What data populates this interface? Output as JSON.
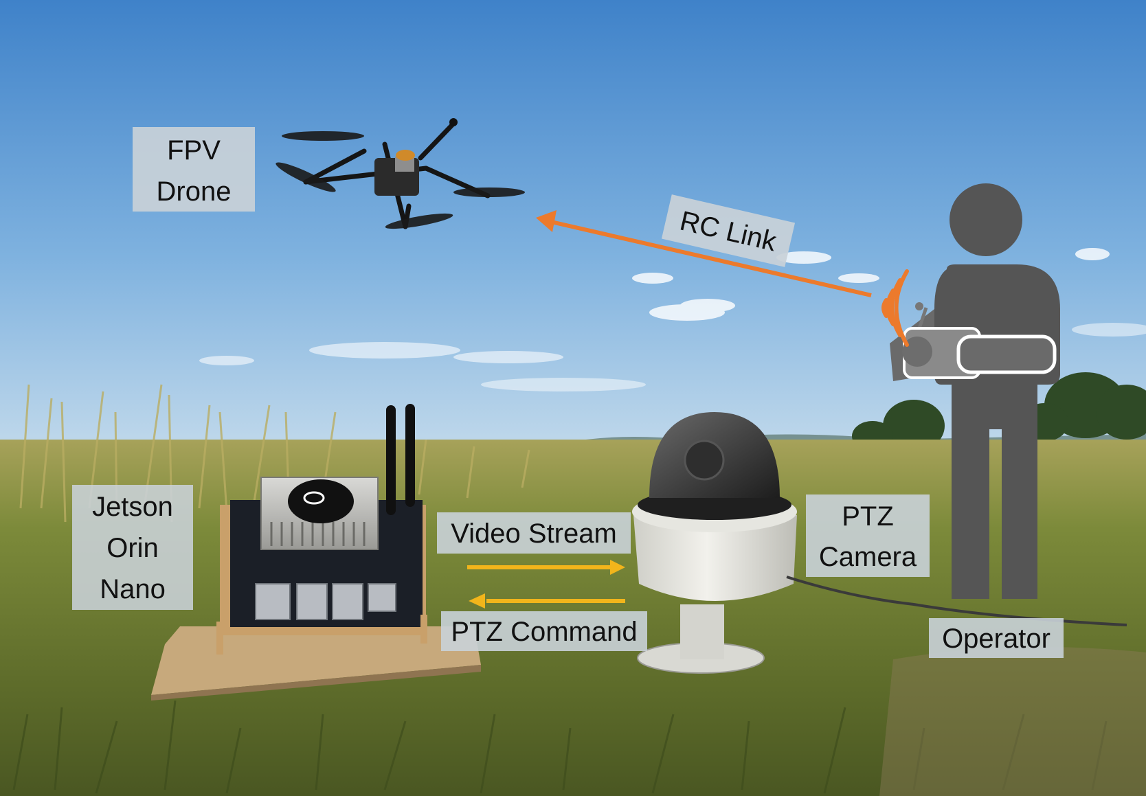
{
  "labels": {
    "drone": [
      "FPV",
      "Drone"
    ],
    "rc_link": "RC Link",
    "jetson": [
      "Jetson",
      "Orin",
      "Nano"
    ],
    "video_stream": "Video Stream",
    "ptz_command": "PTZ Command",
    "ptz_camera": [
      "PTZ",
      "Camera"
    ],
    "operator": "Operator"
  },
  "colors": {
    "sky_top": "#3f82c9",
    "sky_bottom": "#b8d6ec",
    "grass": "#6f7d33",
    "label_box": "#c9d1d8",
    "rc_arrow": "#ec7a2c",
    "data_arrow": "#f2b51b",
    "operator_icon": "#555555"
  },
  "icons": {
    "drone": "quadcopter-drone-icon",
    "board": "jetson-board-icon",
    "camera": "ptz-dome-camera-icon",
    "operator": "person-with-controller-icon",
    "signal": "wireless-signal-icon"
  }
}
